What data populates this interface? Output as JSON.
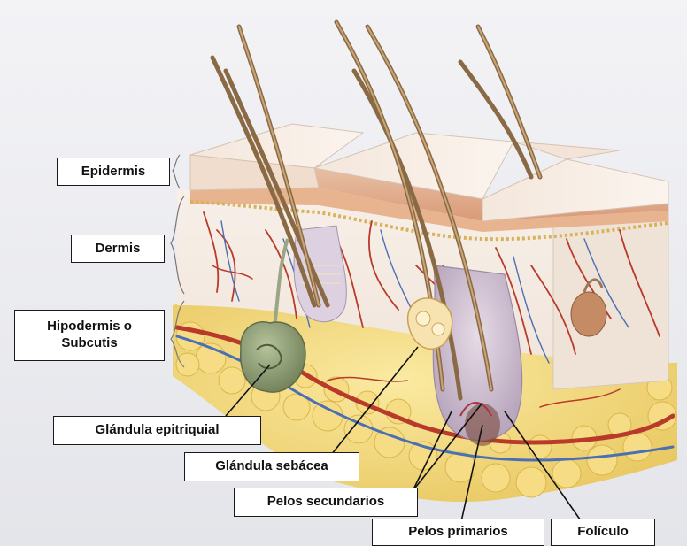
{
  "figure": {
    "labels": {
      "epidermis": "Epidermis",
      "dermis": "Dermis",
      "hypodermis_line1": "Hipodermis o",
      "hypodermis_line2": "Subcutis",
      "epitrichial_gland": "Glándula epitriquial",
      "sebaceous_gland": "Glándula sebácea",
      "secondary_hairs": "Pelos secundarios",
      "primary_hairs": "Pelos primarios",
      "follicle": "Folículo"
    }
  }
}
